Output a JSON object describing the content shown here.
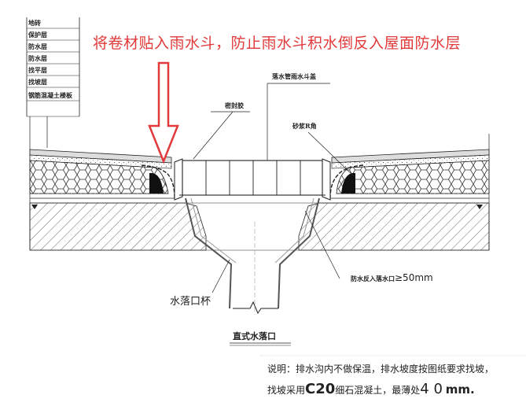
{
  "layers": [
    "地砖",
    "保护层",
    "防水层",
    "防水层",
    "找平层",
    "找坡层",
    "钢筋混凝土楼板"
  ],
  "banner": "将卷材贴入雨水斗，防止雨水斗积水倒反入屋面防水层",
  "labels": {
    "sealant": "密封胶",
    "grate": "落水管雨水斗盖",
    "sand_r": "砂浆R角",
    "seal_len_prefix": "防水反入落水口",
    "seal_len_value": "≥50mm",
    "outlet_cup": "水落口杯",
    "drain_title": "直式水落口"
  },
  "notes": {
    "line1": "说明：排水沟内不做保温，排水坡度按图纸要求找坡，",
    "line2_prefix": "找坡采用",
    "line2_grade": "C20",
    "line2_mid": "细石混凝土，最薄处",
    "line2_value": "4 0",
    "line2_unit": "mm."
  },
  "colors": {
    "banner": "#e23a3a",
    "arrow": "#e23a3a",
    "line": "#1a1a1a",
    "sealant": "#111111"
  }
}
